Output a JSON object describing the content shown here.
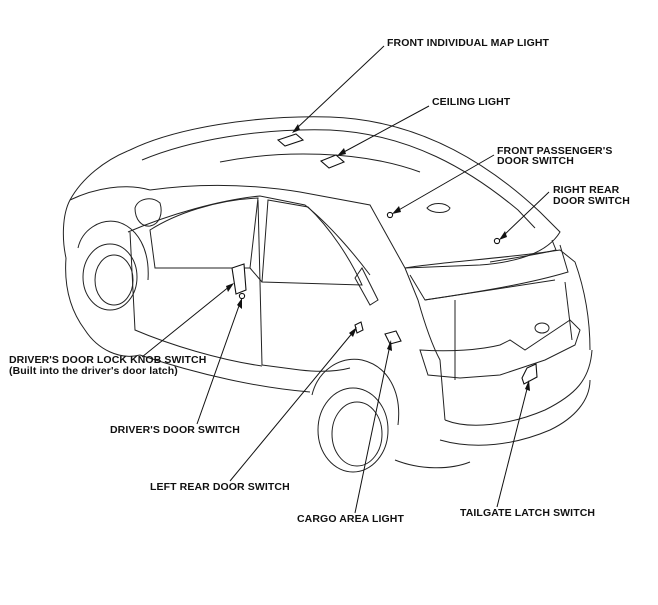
{
  "labels": {
    "front_individual_map_light": "FRONT INDIVIDUAL MAP LIGHT",
    "ceiling_light": "CEILING LIGHT",
    "front_passenger_door_switch_1": "FRONT PASSENGER'S",
    "front_passenger_door_switch_2": "DOOR SWITCH",
    "right_rear_door_switch_1": "RIGHT REAR",
    "right_rear_door_switch_2": "DOOR SWITCH",
    "drivers_door_lock_knob_switch_1": "DRIVER'S DOOR LOCK KNOB SWITCH",
    "drivers_door_lock_knob_switch_2": "(Built into the driver's door latch)",
    "drivers_door_switch": "DRIVER'S DOOR SWITCH",
    "left_rear_door_switch": "LEFT REAR DOOR SWITCH",
    "cargo_area_light": "CARGO AREA LIGHT",
    "tailgate_latch_switch": "TAILGATE LATCH SWITCH"
  }
}
